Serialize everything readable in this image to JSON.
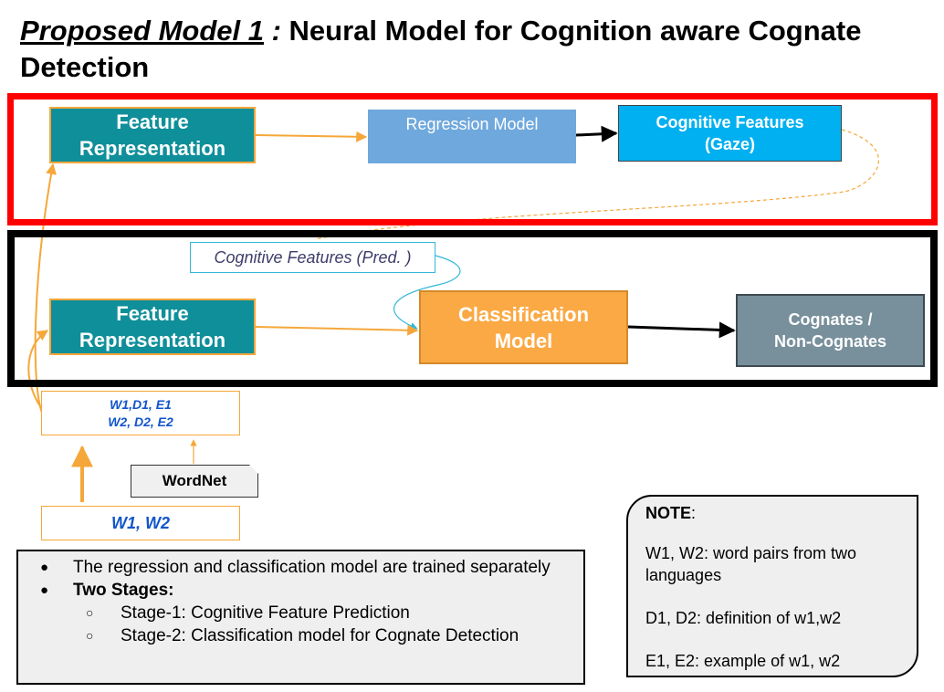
{
  "title": {
    "lead": "Proposed Model 1",
    "colon": " :",
    "rest": " Neural Model for Cognition aware Cognate Detection"
  },
  "stage1": {
    "feature_representation": [
      "Feature",
      "Representation"
    ],
    "regression_model": "Regression Model",
    "cognitive_features": [
      "Cognitive Features",
      "(Gaze)"
    ],
    "frame_color": "#ff0000"
  },
  "stage2": {
    "predicted_features": "Cognitive Features (Pred. )",
    "feature_representation": [
      "Feature",
      "Representation"
    ],
    "classification_model": [
      "Classification",
      "Model"
    ],
    "output": [
      "Cognates /",
      "Non-Cognates"
    ],
    "frame_color": "#000000"
  },
  "inputs": {
    "word_definition_example": [
      "W1,D1, E1",
      "W2, D2, E2"
    ],
    "wordnet": "WordNet",
    "word_pair": "W1, W2"
  },
  "summary": {
    "point1": "The regression and classification model are trained separately",
    "point2": "Two Stages:",
    "stage1": "Stage-1: Cognitive Feature Prediction",
    "stage2": "Stage-2: Classification model for Cognate Detection"
  },
  "note": {
    "heading": "NOTE",
    "heading_suffix": ":",
    "line1": "W1, W2: word pairs from two languages",
    "line2": "D1, D2: definition of w1,w2",
    "line3": "E1, E2: example of w1, w2"
  },
  "colors": {
    "teal": "#0f8f9a",
    "regression": "#6fa8dc",
    "cognitive": "#00b0f0",
    "classification": "#fba944",
    "output": "#78909c",
    "arrow_orange": "#f5a73a",
    "word_blue": "#1155cc"
  }
}
